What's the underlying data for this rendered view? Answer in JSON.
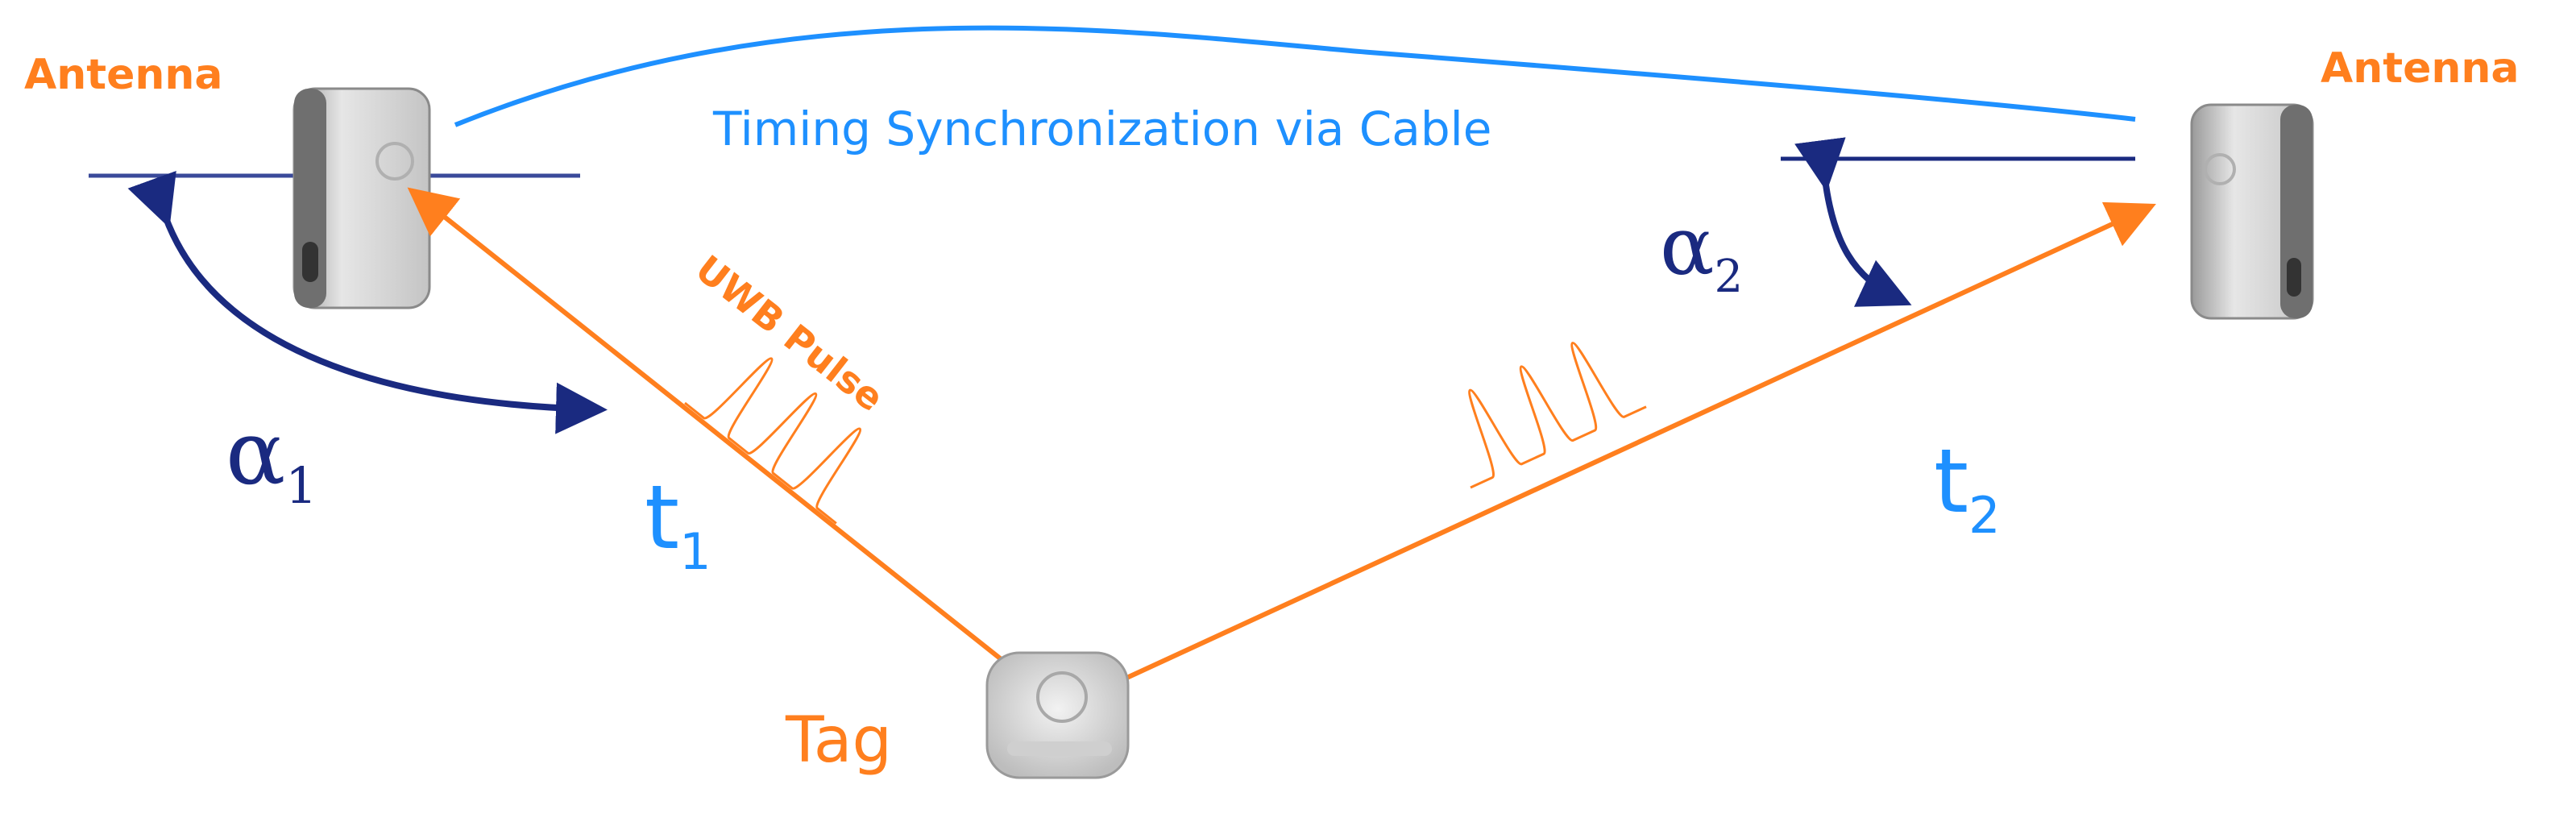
{
  "labels": {
    "antenna_left": "Antenna",
    "antenna_right": "Antenna",
    "sync": "Timing Synchronization via Cable",
    "pulse": "UWB Pulse",
    "tag": "Tag",
    "alpha1": "α",
    "alpha1_sub": "1",
    "alpha2": "α",
    "alpha2_sub": "2",
    "t1": "t",
    "t1_sub": "1",
    "t2": "t",
    "t2_sub": "2"
  },
  "colors": {
    "signal": "#ff7f1e",
    "cable": "#1e90ff",
    "angle": "#1a2a80",
    "device": "#d6d6d6"
  }
}
